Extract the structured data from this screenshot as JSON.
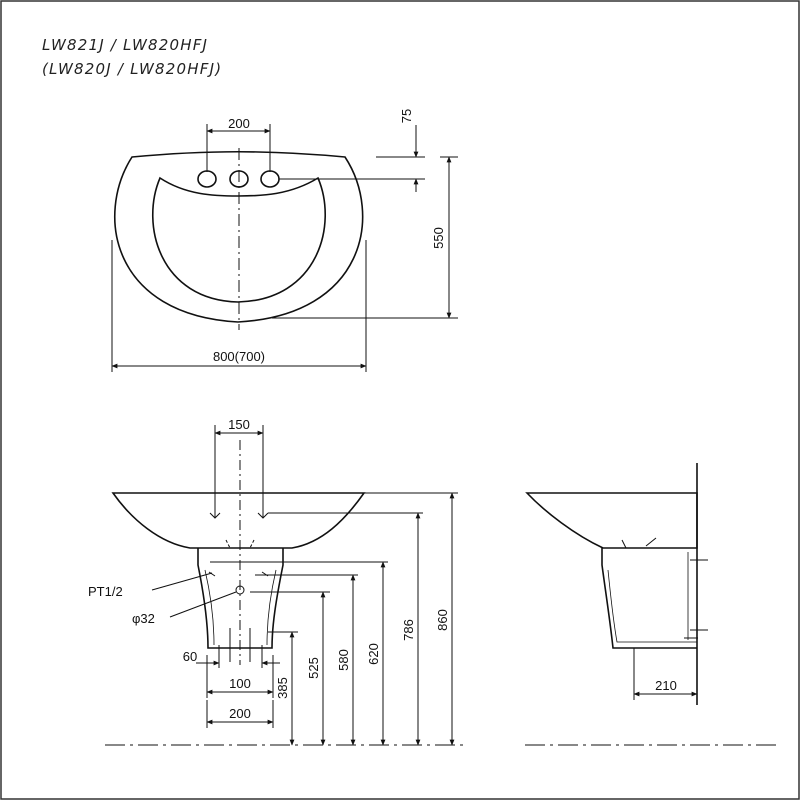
{
  "titles": {
    "line1": "LW821J / LW820HFJ",
    "line2": "(LW820J / LW820HFJ)"
  },
  "top_view": {
    "faucet_spacing": "200",
    "faucet_hole_offset": "75",
    "depth": "550",
    "width": "800(700)"
  },
  "front_view": {
    "top_hole_spacing": "150",
    "supply_thread": "PT1/2",
    "drain_diameter": "φ32",
    "inner_spacing": "60",
    "anchor_spacing": "100",
    "pedestal_width": "200",
    "h_385": "385",
    "h_525": "525",
    "h_580": "580",
    "h_620": "620",
    "h_786": "786",
    "h_860": "860"
  },
  "side_view": {
    "wall_offset": "210"
  }
}
